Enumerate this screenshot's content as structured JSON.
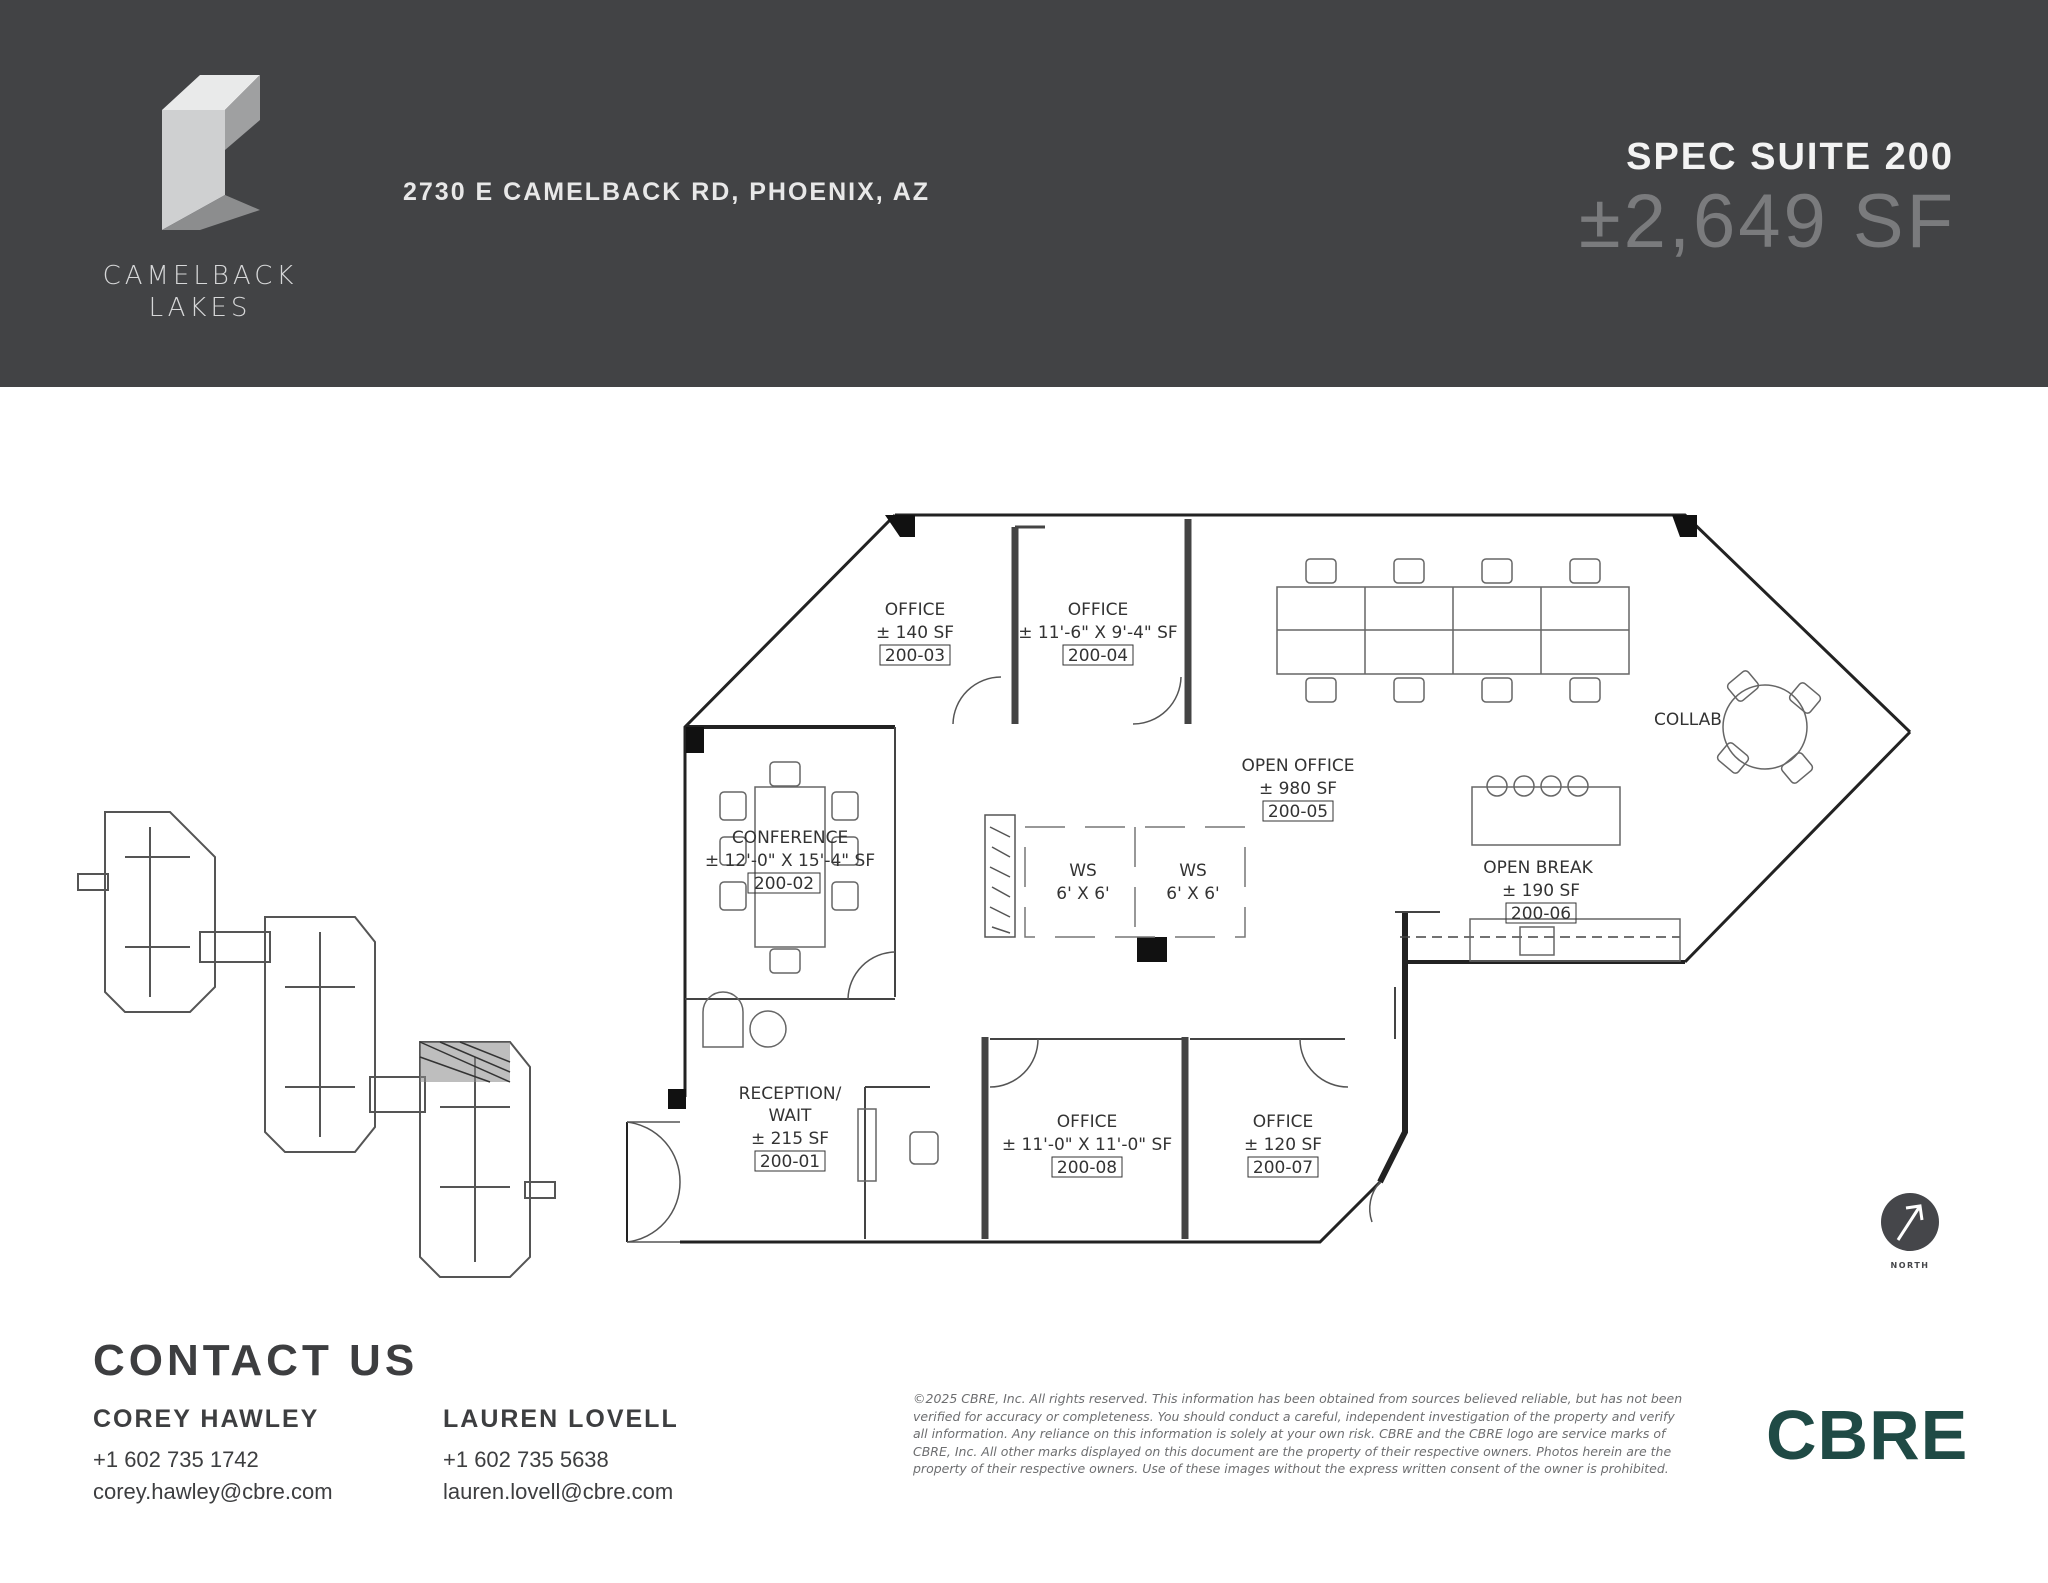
{
  "header": {
    "logo_line1": "CAMELBACK",
    "logo_line2": "LAKES",
    "address": "2730 E CAMELBACK RD, PHOENIX, AZ",
    "suite_title": "SPEC SUITE 200",
    "suite_size": "±2,649 SF"
  },
  "rooms": {
    "office_03": {
      "label": "OFFICE",
      "size": "± 140 SF",
      "num": "200-03"
    },
    "office_04": {
      "label": "OFFICE",
      "size": "± 11'-6\" X 9'-4\" SF",
      "num": "200-04"
    },
    "conference": {
      "label": "CONFERENCE",
      "size": "± 12'-0\" X 15'-4\" SF",
      "num": "200-02"
    },
    "open_office": {
      "label": "OPEN OFFICE",
      "size": "± 980 SF",
      "num": "200-05"
    },
    "collab": {
      "label": "COLLAB"
    },
    "open_break": {
      "label": "OPEN BREAK",
      "size": "± 190 SF",
      "num": "200-06"
    },
    "ws1": {
      "label": "WS",
      "size": "6' X 6'"
    },
    "ws2": {
      "label": "WS",
      "size": "6' X 6'"
    },
    "reception": {
      "label": "RECEPTION/",
      "label2": "WAIT",
      "size": "± 215 SF",
      "num": "200-01"
    },
    "office_08": {
      "label": "OFFICE",
      "size": "± 11'-0\" X 11'-0\" SF",
      "num": "200-08"
    },
    "office_07": {
      "label": "OFFICE",
      "size": "± 120 SF",
      "num": "200-07"
    }
  },
  "north_label": "NORTH",
  "contact": {
    "title": "CONTACT US",
    "people": [
      {
        "name": "COREY HAWLEY",
        "phone": "+1 602 735 1742",
        "email": "corey.hawley@cbre.com"
      },
      {
        "name": "LAUREN LOVELL",
        "phone": "+1 602 735 5638",
        "email": "lauren.lovell@cbre.com"
      }
    ]
  },
  "disclaimer": "©2025 CBRE, Inc. All rights reserved. This information has been obtained from sources believed reliable, but has not been verified for accuracy or completeness. You should conduct a careful, independent investigation of the property and verify all information. Any reliance on this information is solely at your own risk. CBRE and the CBRE logo are service marks of CBRE, Inc. All other marks displayed on this document are the property of their respective owners. Photos herein are the property of their respective owners. Use of these images without the express written consent of the owner is prohibited.",
  "brand": "CBRE",
  "colors": {
    "header_bg": "#424345",
    "brand_green": "#1f4a45",
    "text_dark": "#3d3e40"
  }
}
